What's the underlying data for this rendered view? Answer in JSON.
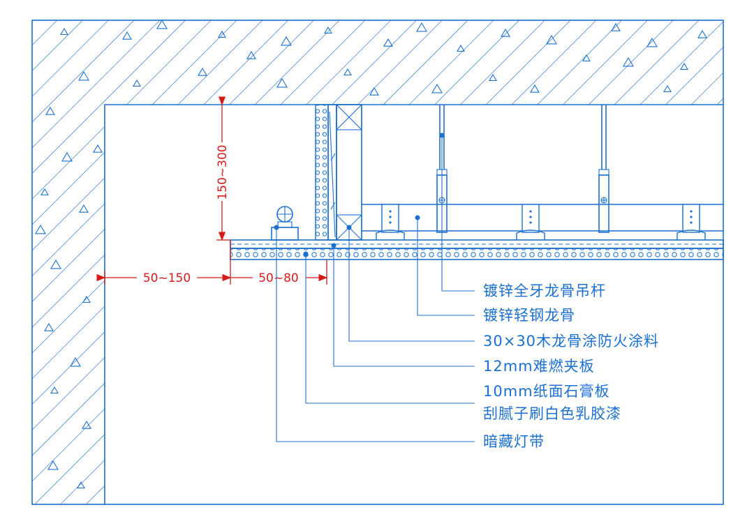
{
  "dimensions": {
    "wall_offset": "50~150",
    "light_box_width": "50~80",
    "drop_height": "150~300"
  },
  "callouts": [
    "镀锌全牙龙骨吊杆",
    "镀锌轻钢龙骨",
    "30×30木龙骨涂防火涂料",
    "12mm难燃夹板",
    "10mm纸面石膏板",
    "刮腻子刷白色乳胶漆",
    "暗藏灯带"
  ],
  "colors": {
    "linework": "#1a6fd0",
    "dimension": "#d61a1a",
    "background": "#ffffff"
  }
}
